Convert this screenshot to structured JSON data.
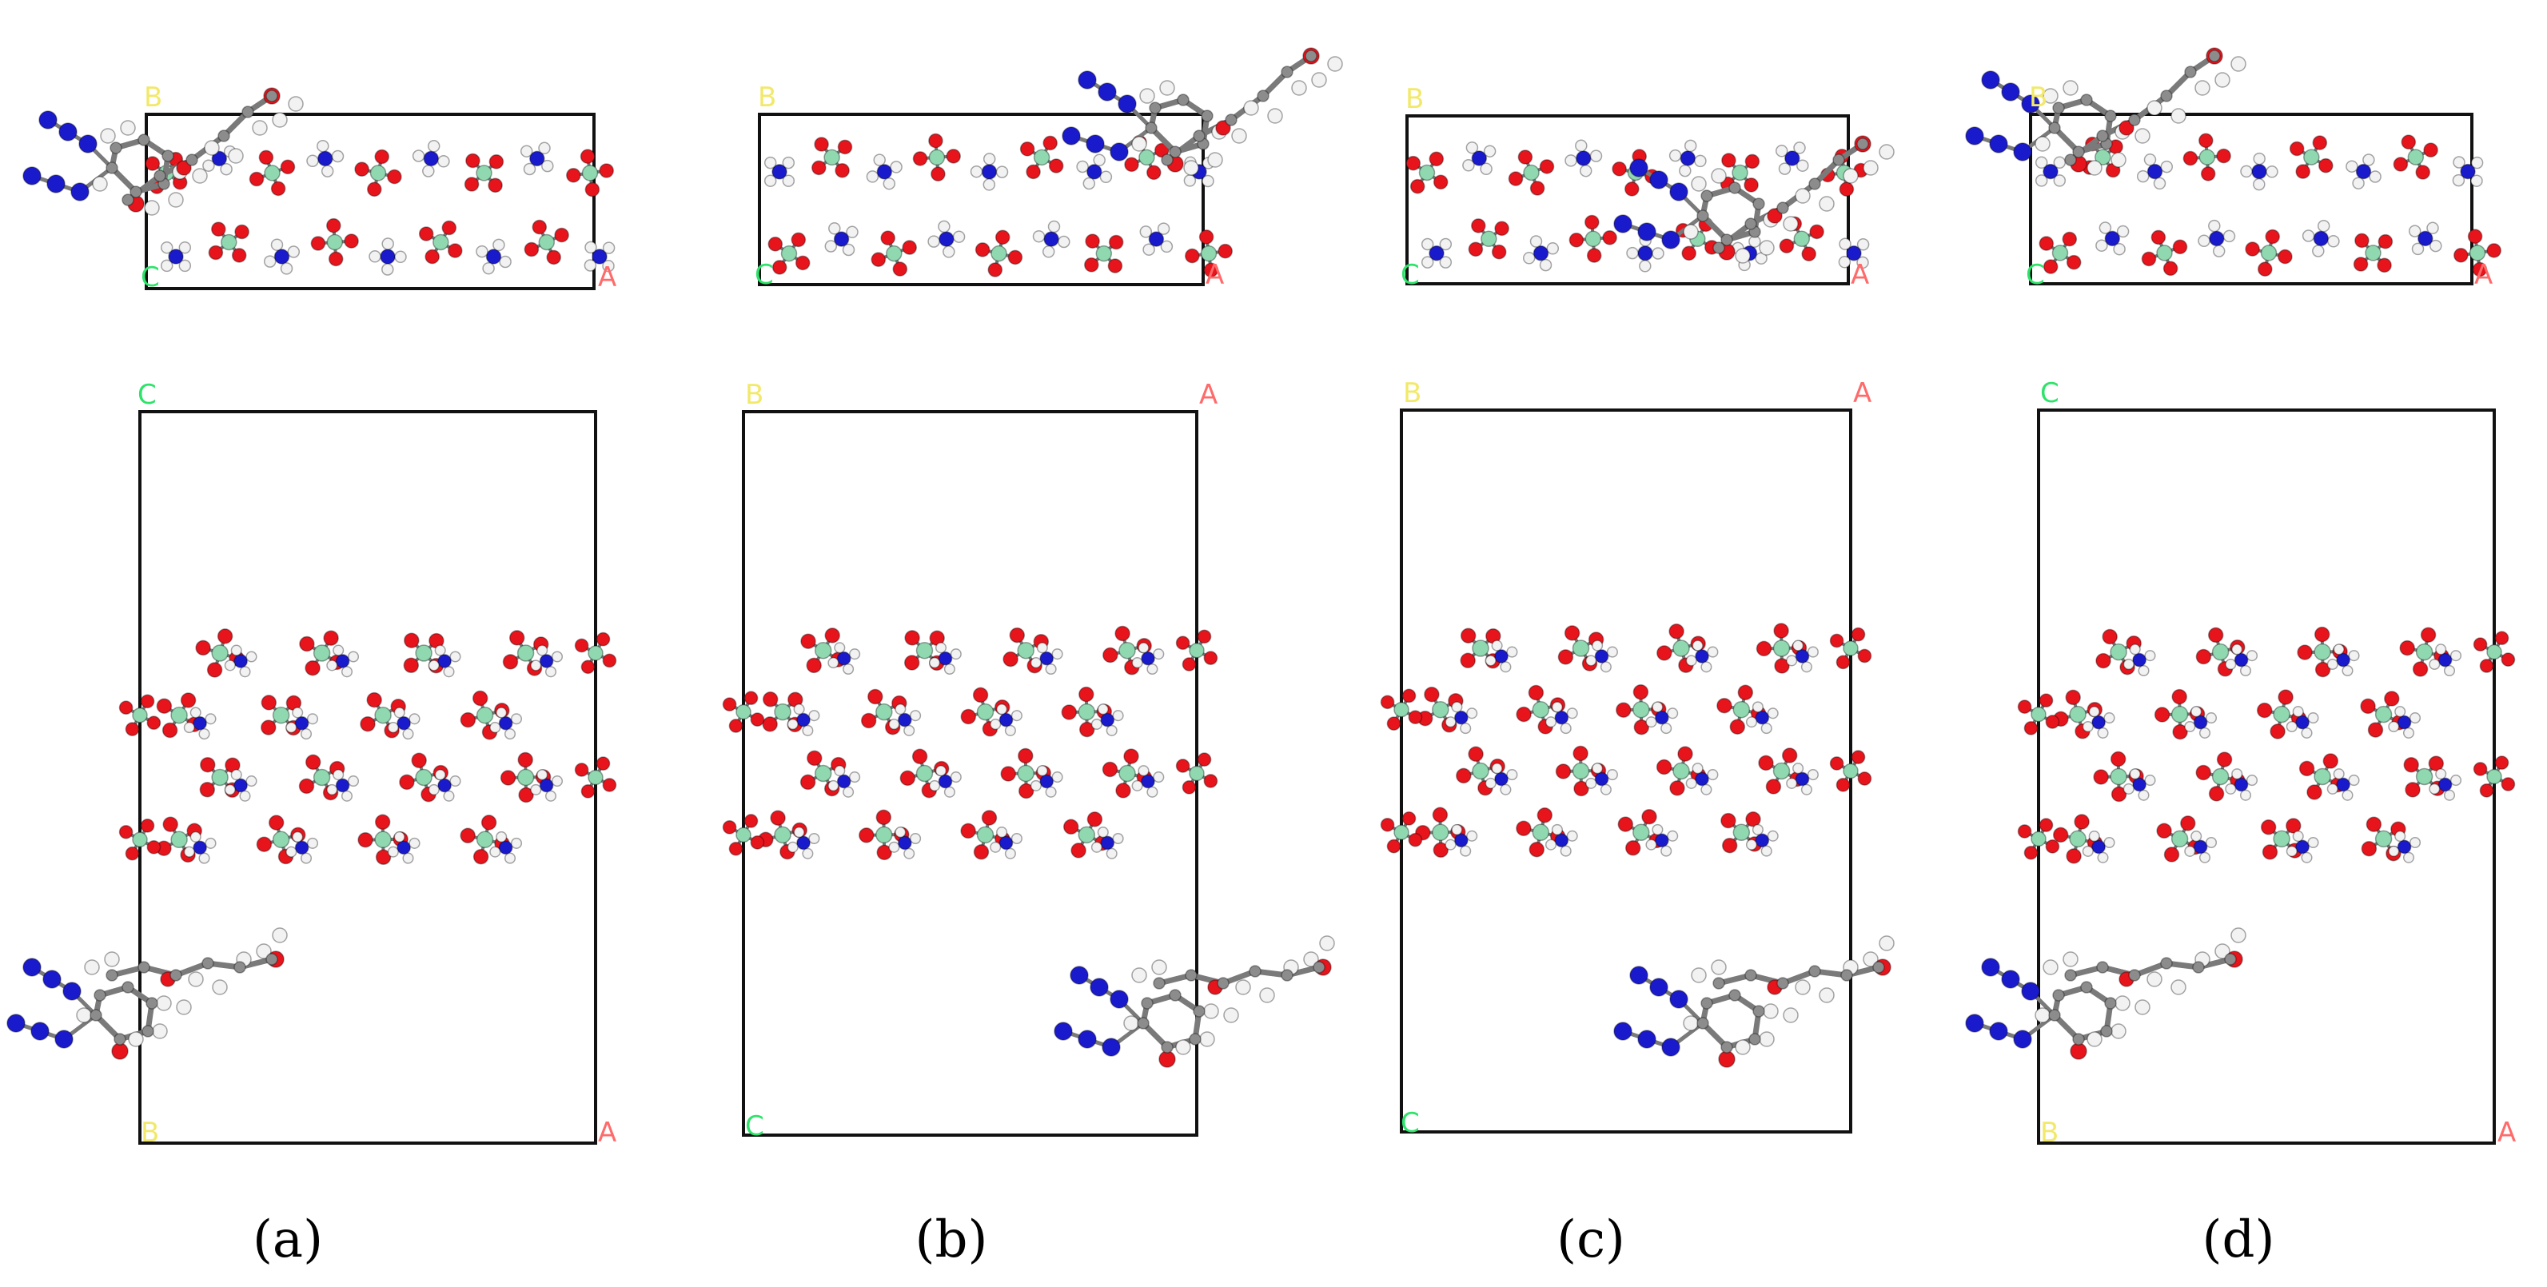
{
  "colors": {
    "oxygen": "#e8141c",
    "nitrogen": "#1a1acd",
    "hydrogen": "#f2f2f2",
    "chlorine": "#8fd8b0",
    "carbon": "#8c8c8c",
    "bond": "#7a7a7a",
    "cell": "#111111",
    "axis_a": "#ff6a6a",
    "axis_b": "#f2e96a",
    "axis_c": "#2ee36a"
  },
  "icons": {
    "atom": "ball-and-stick-atom-icon",
    "molecule": "gap-molecule-icon"
  },
  "panels": [
    {
      "caption": "(a)",
      "top_axes": {
        "origin": "C",
        "horizontal": "A",
        "vertical": "B"
      },
      "bottom_axes": {
        "origin": "B",
        "horizontal": "A",
        "vertical": "C"
      }
    },
    {
      "caption": "(b)",
      "top_axes": {
        "origin": "C",
        "horizontal": "A",
        "vertical": "B"
      },
      "bottom_axes": {
        "origin": "C",
        "horizontal": "A",
        "vertical": "B"
      }
    },
    {
      "caption": "(c)",
      "top_axes": {
        "origin": "C",
        "horizontal": "A",
        "vertical": "B"
      },
      "bottom_axes": {
        "origin": "C",
        "horizontal": "A",
        "vertical": "B"
      }
    },
    {
      "caption": "(d)",
      "top_axes": {
        "origin": "C",
        "horizontal": "A",
        "vertical": "B"
      },
      "bottom_axes": {
        "origin": "B",
        "horizontal": "A",
        "vertical": "C"
      }
    }
  ]
}
